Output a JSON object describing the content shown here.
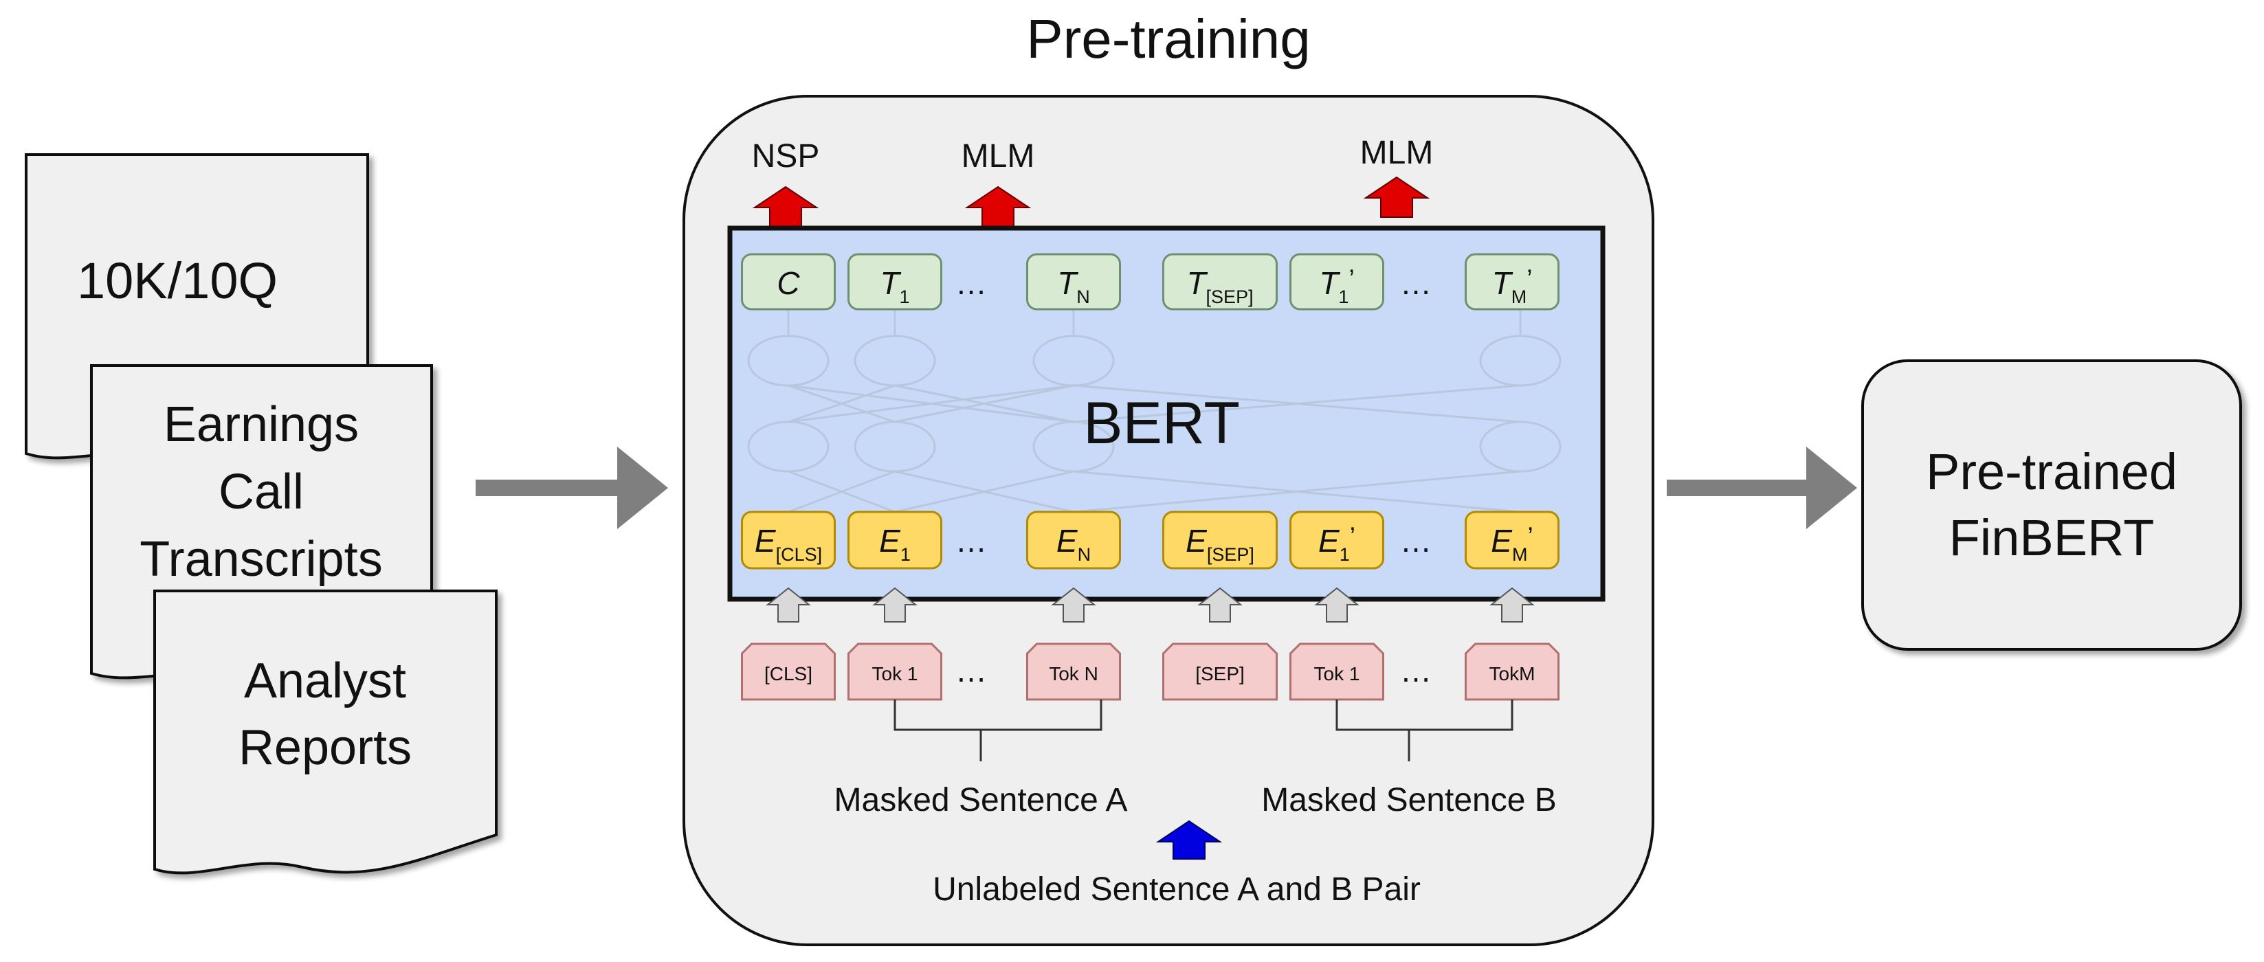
{
  "title": "Pre-training",
  "documents": [
    {
      "label": "10K/10Q"
    },
    {
      "label": "Earnings Call Transcripts",
      "lines": [
        "Earnings",
        "Call",
        "Transcripts"
      ]
    },
    {
      "label": "Analyst Reports",
      "lines": [
        "Analyst",
        "Reports"
      ]
    }
  ],
  "output": {
    "label": "Pre-trained FinBERT",
    "lines": [
      "Pre-trained",
      "FinBERT"
    ]
  },
  "bert": {
    "label": "BERT",
    "heads": [
      "NSP",
      "MLM",
      "MLM"
    ],
    "outputs": [
      {
        "main": "C",
        "sub": "",
        "prime": ""
      },
      {
        "main": "T",
        "sub": "1",
        "prime": ""
      },
      {
        "main": "…"
      },
      {
        "main": "T",
        "sub": "N",
        "prime": ""
      },
      {
        "main": "T",
        "sub": "[SEP]",
        "prime": ""
      },
      {
        "main": "T",
        "sub": "1",
        "prime": "’"
      },
      {
        "main": "…"
      },
      {
        "main": "T",
        "sub": "M",
        "prime": "’"
      }
    ],
    "embeddings": [
      {
        "main": "E",
        "sub": "[CLS]",
        "prime": ""
      },
      {
        "main": "E",
        "sub": "1",
        "prime": ""
      },
      {
        "main": "…"
      },
      {
        "main": "E",
        "sub": "N",
        "prime": ""
      },
      {
        "main": "E",
        "sub": "[SEP]",
        "prime": ""
      },
      {
        "main": "E",
        "sub": "1",
        "prime": "’"
      },
      {
        "main": "…"
      },
      {
        "main": "E",
        "sub": "M",
        "prime": "’"
      }
    ],
    "tokens": [
      "[CLS]",
      "Tok 1",
      "…",
      "Tok N",
      "[SEP]",
      "Tok 1",
      "…",
      "TokM"
    ]
  },
  "sentence_a": "Masked Sentence A",
  "sentence_b": "Masked Sentence B",
  "input_label": "Unlabeled Sentence A and B Pair",
  "colors": {
    "output_fill": "#d9ead3",
    "output_stroke": "#6d9070",
    "embed_fill": "#ffd966",
    "embed_stroke": "#b48a00",
    "token_fill": "#f4cccc",
    "token_stroke": "#b07070",
    "bert_fill": "#c9daf8",
    "panel_fill": "#efefef",
    "doc_fill": "#f0f0f0",
    "flow_arrow": "#7f7f7f",
    "head_arrow": "#e00000",
    "input_arrow": "#0000e0"
  }
}
